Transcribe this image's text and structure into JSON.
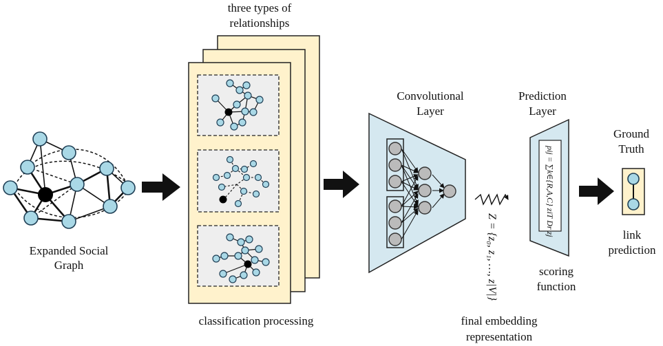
{
  "labels": {
    "expanded_line1": "Expanded Social",
    "expanded_line2": "Graph",
    "types_line1": "three types of",
    "types_line2": "relationships",
    "classification": "classification processing",
    "conv_line1": "Convolutional",
    "conv_line2": "Layer",
    "pred_line1": "Prediction",
    "pred_line2": "Layer",
    "ground_line1": "Ground",
    "ground_line2": "Truth",
    "link_line1": "link",
    "link_line2": "prediction",
    "scoring_line1": "scoring",
    "scoring_line2": "function",
    "final_line1": "final embedding",
    "final_line2": "representation"
  },
  "formulas": {
    "embedding": "Z = {z₀, z₁, …, z|V|}",
    "prediction": "pij = ∑k∈{R,A,C} ziT Dr zj"
  },
  "colors": {
    "node": "#a9d8e6",
    "page": "#fff2cc",
    "layer": "#d5e8f0",
    "conv_node": "#bbbbbb"
  }
}
